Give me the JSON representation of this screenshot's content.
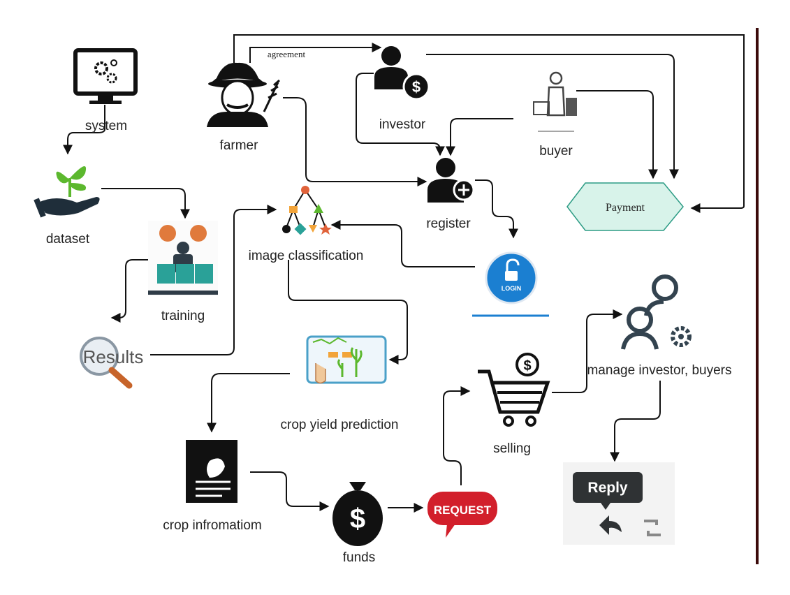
{
  "nodes": {
    "system": "system",
    "dataset": "dataset",
    "training": "training",
    "results": "Results",
    "farmer": "farmer",
    "agreement": "agreement",
    "investor": "investor",
    "buyer": "buyer",
    "register": "register",
    "payment": "Payment",
    "image_classification": "image classification",
    "login": "LOGIN",
    "crop_yield_prediction": "crop yield prediction",
    "selling": "selling",
    "manage": "manage investor, buyers",
    "crop_information": "crop infromatiom",
    "funds": "funds",
    "request": "REQUEST",
    "reply": "Reply"
  },
  "icons": {
    "system": "monitor-gears-icon",
    "dataset": "hand-plant-icon",
    "training": "training-presentation-icon",
    "results": "magnifier-icon",
    "farmer": "farmer-icon",
    "investor": "investor-dollar-icon",
    "buyer": "shopper-icon",
    "register": "add-user-icon",
    "image_classification": "tree-shapes-icon",
    "login": "lock-icon",
    "crop_yield_prediction": "crop-monitor-icon",
    "selling": "shopping-cart-icon",
    "manage": "people-gear-icon",
    "crop_information": "document-leaf-icon",
    "funds": "money-bag-icon",
    "request": "speech-bubble-icon",
    "reply": "reply-arrow-icon"
  },
  "colors": {
    "payment_fill": "#d8f3ea",
    "payment_stroke": "#2d9c85",
    "request_red": "#d21f2b",
    "login_blue": "#1b7fd1",
    "plant_green": "#5cb82e",
    "training_orange": "#e07a3c",
    "training_teal": "#2aa198",
    "divider": "#3b0a0a"
  }
}
